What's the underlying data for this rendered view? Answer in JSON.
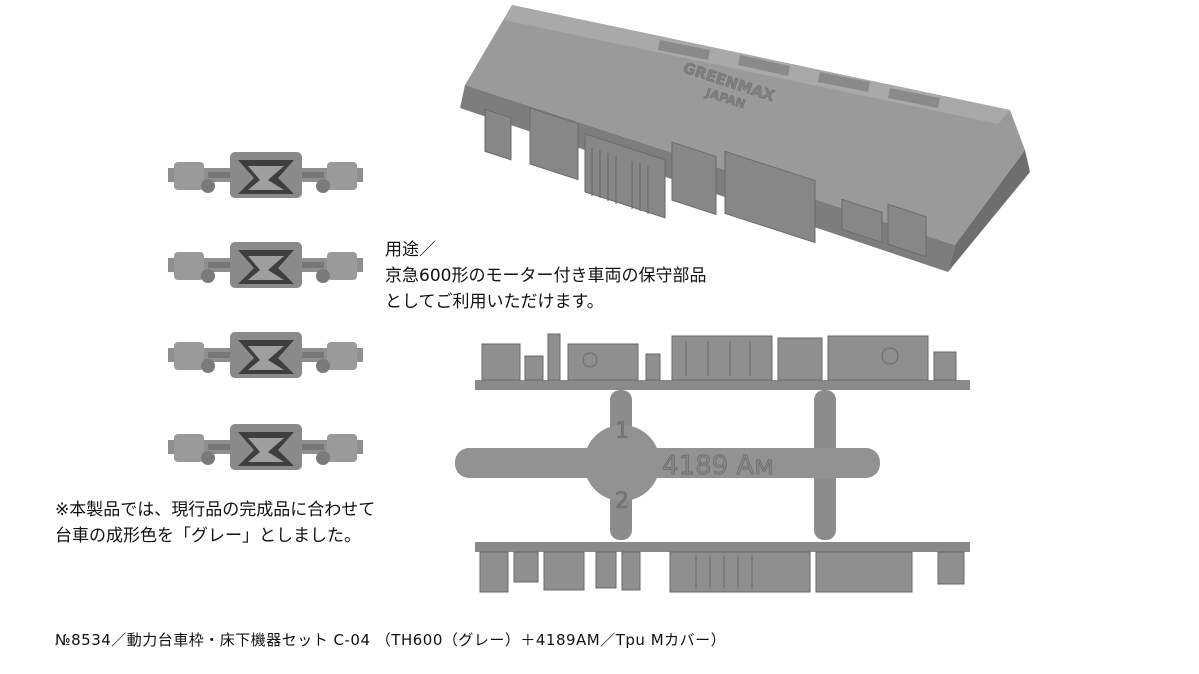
{
  "usage": {
    "line1": "用途／",
    "line2": "京急600形のモーター付き車両の保守部品",
    "line3": "としてご利用いただけます。"
  },
  "note": {
    "line1": "※本製品では、現行品の完成品に合わせて",
    "line2": "台車の成形色を「グレー」としました。"
  },
  "caption": "№8534／動力台車枠・床下機器セット C-04 （TH600（グレー）＋4189AM／Tpu Mカバー）",
  "cover": {
    "brand": "GREENMAX",
    "country": "JAPAN"
  },
  "sprue": {
    "marking": "4189 Aм",
    "number_top": "1",
    "number_bottom": "2"
  },
  "colors": {
    "part_gray": "#8f8f8f",
    "part_dark": "#5a5a5a",
    "part_light": "#a8a8a8",
    "background": "#ffffff"
  }
}
